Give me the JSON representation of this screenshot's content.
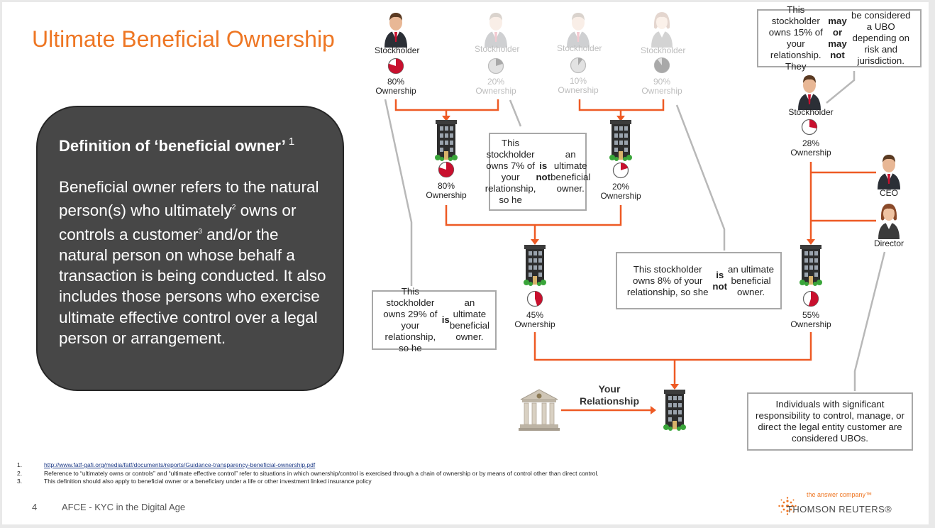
{
  "title": "Ultimate Beneficial Ownership",
  "definition": {
    "heading": "Definition of ‘beneficial owner’",
    "heading_sup": "1",
    "body_part1": "Beneficial owner refers to the natural person(s) who ultimately",
    "sup2": "2",
    "body_part2": " owns or controls a customer",
    "sup3": "3",
    "body_part3": " and/or the natural person on whose behalf a transaction is being conducted. It also includes those persons who exercise ultimate effective control over a legal person or arrangement."
  },
  "diagram": {
    "stockholder_label": "Stockholder",
    "ownership_label": "Ownership",
    "ceo_label": "CEO",
    "director_label": "Director",
    "your_relationship_line1": "Your",
    "your_relationship_line2": "Relationship",
    "nodes": [
      {
        "id": "sh1",
        "kind": "person",
        "label": "Stockholder",
        "percent": "80%",
        "ownership": 0.8,
        "faded": false,
        "gender": "male"
      },
      {
        "id": "sh2",
        "kind": "person",
        "label": "Stockholder",
        "percent": "20%",
        "ownership": 0.2,
        "faded": true,
        "gender": "male"
      },
      {
        "id": "sh3",
        "kind": "person",
        "label": "Stockholder",
        "percent": "10%",
        "ownership": 0.1,
        "faded": true,
        "gender": "male"
      },
      {
        "id": "sh4",
        "kind": "person",
        "label": "Stockholder",
        "percent": "90%",
        "ownership": 0.9,
        "faded": true,
        "gender": "female"
      },
      {
        "id": "co1",
        "kind": "company",
        "percent": "80%",
        "ownership": 0.8
      },
      {
        "id": "co2",
        "kind": "company",
        "percent": "20%",
        "ownership": 0.2
      },
      {
        "id": "co3",
        "kind": "company",
        "percent": "45%",
        "ownership": 0.45
      },
      {
        "id": "sh5",
        "kind": "person",
        "label": "Stockholder",
        "percent": "28%",
        "ownership": 0.28,
        "faded": false,
        "gender": "male"
      },
      {
        "id": "ceo",
        "kind": "person",
        "label": "CEO",
        "faded": false,
        "gender": "male"
      },
      {
        "id": "dir",
        "kind": "person",
        "label": "Director",
        "faded": false,
        "gender": "female"
      },
      {
        "id": "co4",
        "kind": "company",
        "percent": "55%",
        "ownership": 0.55
      },
      {
        "id": "co5",
        "kind": "company"
      },
      {
        "id": "bank",
        "kind": "bank"
      }
    ],
    "callouts": {
      "top_right": "This stockholder owns 15% of your relationship. They <b>may or may not</b> be considered a UBO depending on risk and jurisdiction.",
      "center": "This stockholder owns 7% of your relationship, so he <b>is not</b> an ultimate beneficial owner.",
      "right_mid": "This stockholder owns 8% of your relationship, so she <b>is not</b> an ultimate beneficial owner.",
      "left_bottom": "This stockholder owns 29% of your relationship, so he <b>is</b> an ultimate beneficial owner.",
      "right_bottom": "Individuals with significant responsibility to control, manage, or direct the legal entity customer are considered UBOs."
    }
  },
  "footnotes": [
    {
      "num": "1.",
      "text": "http://www.fatf-gafi.org/media/fatf/documents/reports/Guidance-transparency-beneficial-ownership.pdf",
      "link": true
    },
    {
      "num": "2.",
      "text": "Reference to “ultimately owns or controls” and “ultimate effective control” refer to situations in which ownership/control is exercised through a chain of ownership or by means of control other than direct control.",
      "link": false
    },
    {
      "num": "3.",
      "text": "This definition should also apply to beneficial owner or a beneficiary under a life or other investment linked insurance policy",
      "link": false
    }
  ],
  "footer": {
    "page_number": "4",
    "text": "AFCE - KYC in the Digital Age"
  },
  "brand": {
    "tagline": "the answer company™",
    "name": "THOMSON REUTERS®"
  },
  "colors": {
    "accent": "#ee7623",
    "pie_fill": "#c8102e",
    "box_dark": "#474747",
    "callout_border": "#a8a8a8"
  }
}
